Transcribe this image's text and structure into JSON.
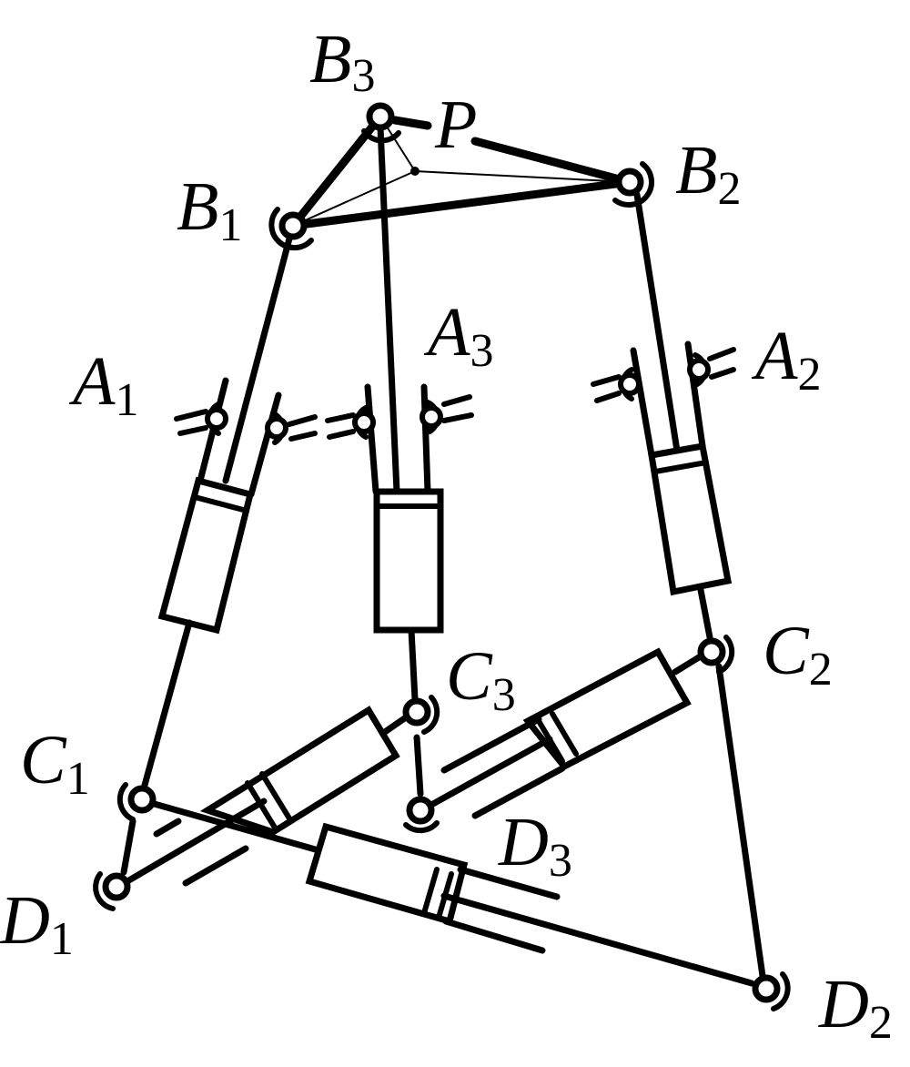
{
  "diagram": {
    "labels": {
      "B3": {
        "main": "B",
        "sub": "3"
      },
      "P": {
        "main": "P",
        "sub": ""
      },
      "B1": {
        "main": "B",
        "sub": "1"
      },
      "B2": {
        "main": "B",
        "sub": "2"
      },
      "A1": {
        "main": "A",
        "sub": "1"
      },
      "A2": {
        "main": "A",
        "sub": "2"
      },
      "A3": {
        "main": "A",
        "sub": "3"
      },
      "C1": {
        "main": "C",
        "sub": "1"
      },
      "C2": {
        "main": "C",
        "sub": "2"
      },
      "C3": {
        "main": "C",
        "sub": "3"
      },
      "D1": {
        "main": "D",
        "sub": "1"
      },
      "D2": {
        "main": "D",
        "sub": "2"
      },
      "D3": {
        "main": "D",
        "sub": "3"
      }
    },
    "colors": {
      "stroke": "#000000",
      "background": "#ffffff"
    }
  }
}
